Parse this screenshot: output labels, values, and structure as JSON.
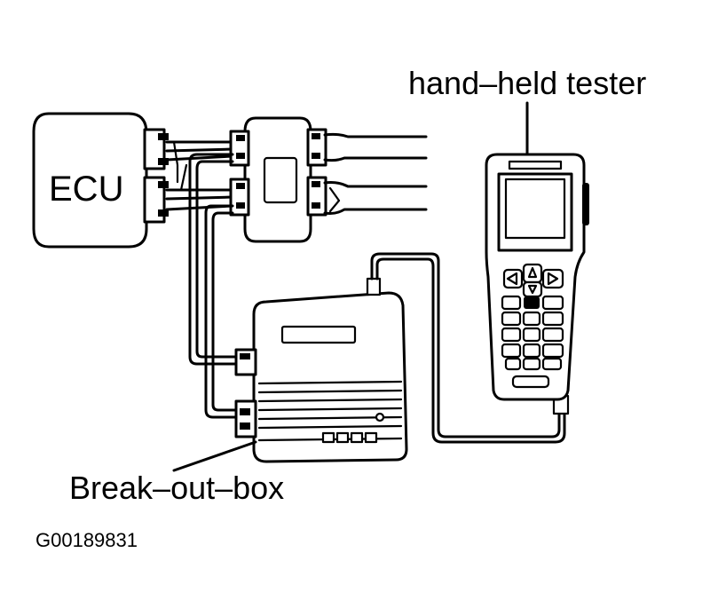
{
  "labels": {
    "tester": "hand–held tester",
    "ecu": "ECU",
    "breakout": "Break–out–box",
    "figure_code": "G00189831"
  }
}
